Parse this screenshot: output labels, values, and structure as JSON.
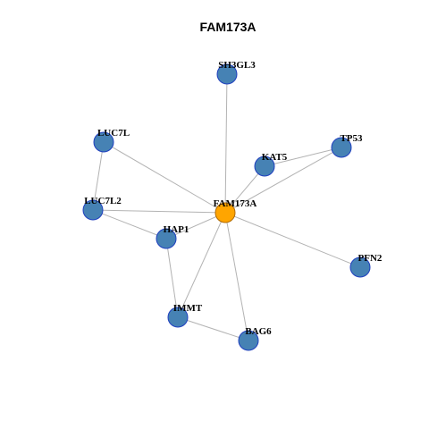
{
  "title": "FAM173A",
  "colors": {
    "node_fill": "#4682b4",
    "node_stroke": "#1f3fbf",
    "center_fill": "#ffa500",
    "center_stroke": "#b06a00",
    "edge": "#b3b3b3"
  },
  "nodes": [
    {
      "id": "FAM173A",
      "label": "FAM173A",
      "center": true
    },
    {
      "id": "SH3GL3",
      "label": "SH3GL3"
    },
    {
      "id": "LUC7L",
      "label": "LUC7L"
    },
    {
      "id": "TP53",
      "label": "TP53"
    },
    {
      "id": "KAT5",
      "label": "KAT5"
    },
    {
      "id": "LUC7L2",
      "label": "LUC7L2"
    },
    {
      "id": "HAP1",
      "label": "HAP1"
    },
    {
      "id": "PFN2",
      "label": "PFN2"
    },
    {
      "id": "IMMT",
      "label": "IMMT"
    },
    {
      "id": "BAG6",
      "label": "BAG6"
    }
  ],
  "edges": [
    [
      "FAM173A",
      "SH3GL3"
    ],
    [
      "FAM173A",
      "LUC7L"
    ],
    [
      "FAM173A",
      "TP53"
    ],
    [
      "FAM173A",
      "KAT5"
    ],
    [
      "FAM173A",
      "LUC7L2"
    ],
    [
      "FAM173A",
      "HAP1"
    ],
    [
      "FAM173A",
      "PFN2"
    ],
    [
      "FAM173A",
      "IMMT"
    ],
    [
      "FAM173A",
      "BAG6"
    ],
    [
      "KAT5",
      "TP53"
    ],
    [
      "LUC7L",
      "LUC7L2"
    ],
    [
      "LUC7L2",
      "HAP1"
    ],
    [
      "HAP1",
      "IMMT"
    ],
    [
      "IMMT",
      "BAG6"
    ]
  ]
}
